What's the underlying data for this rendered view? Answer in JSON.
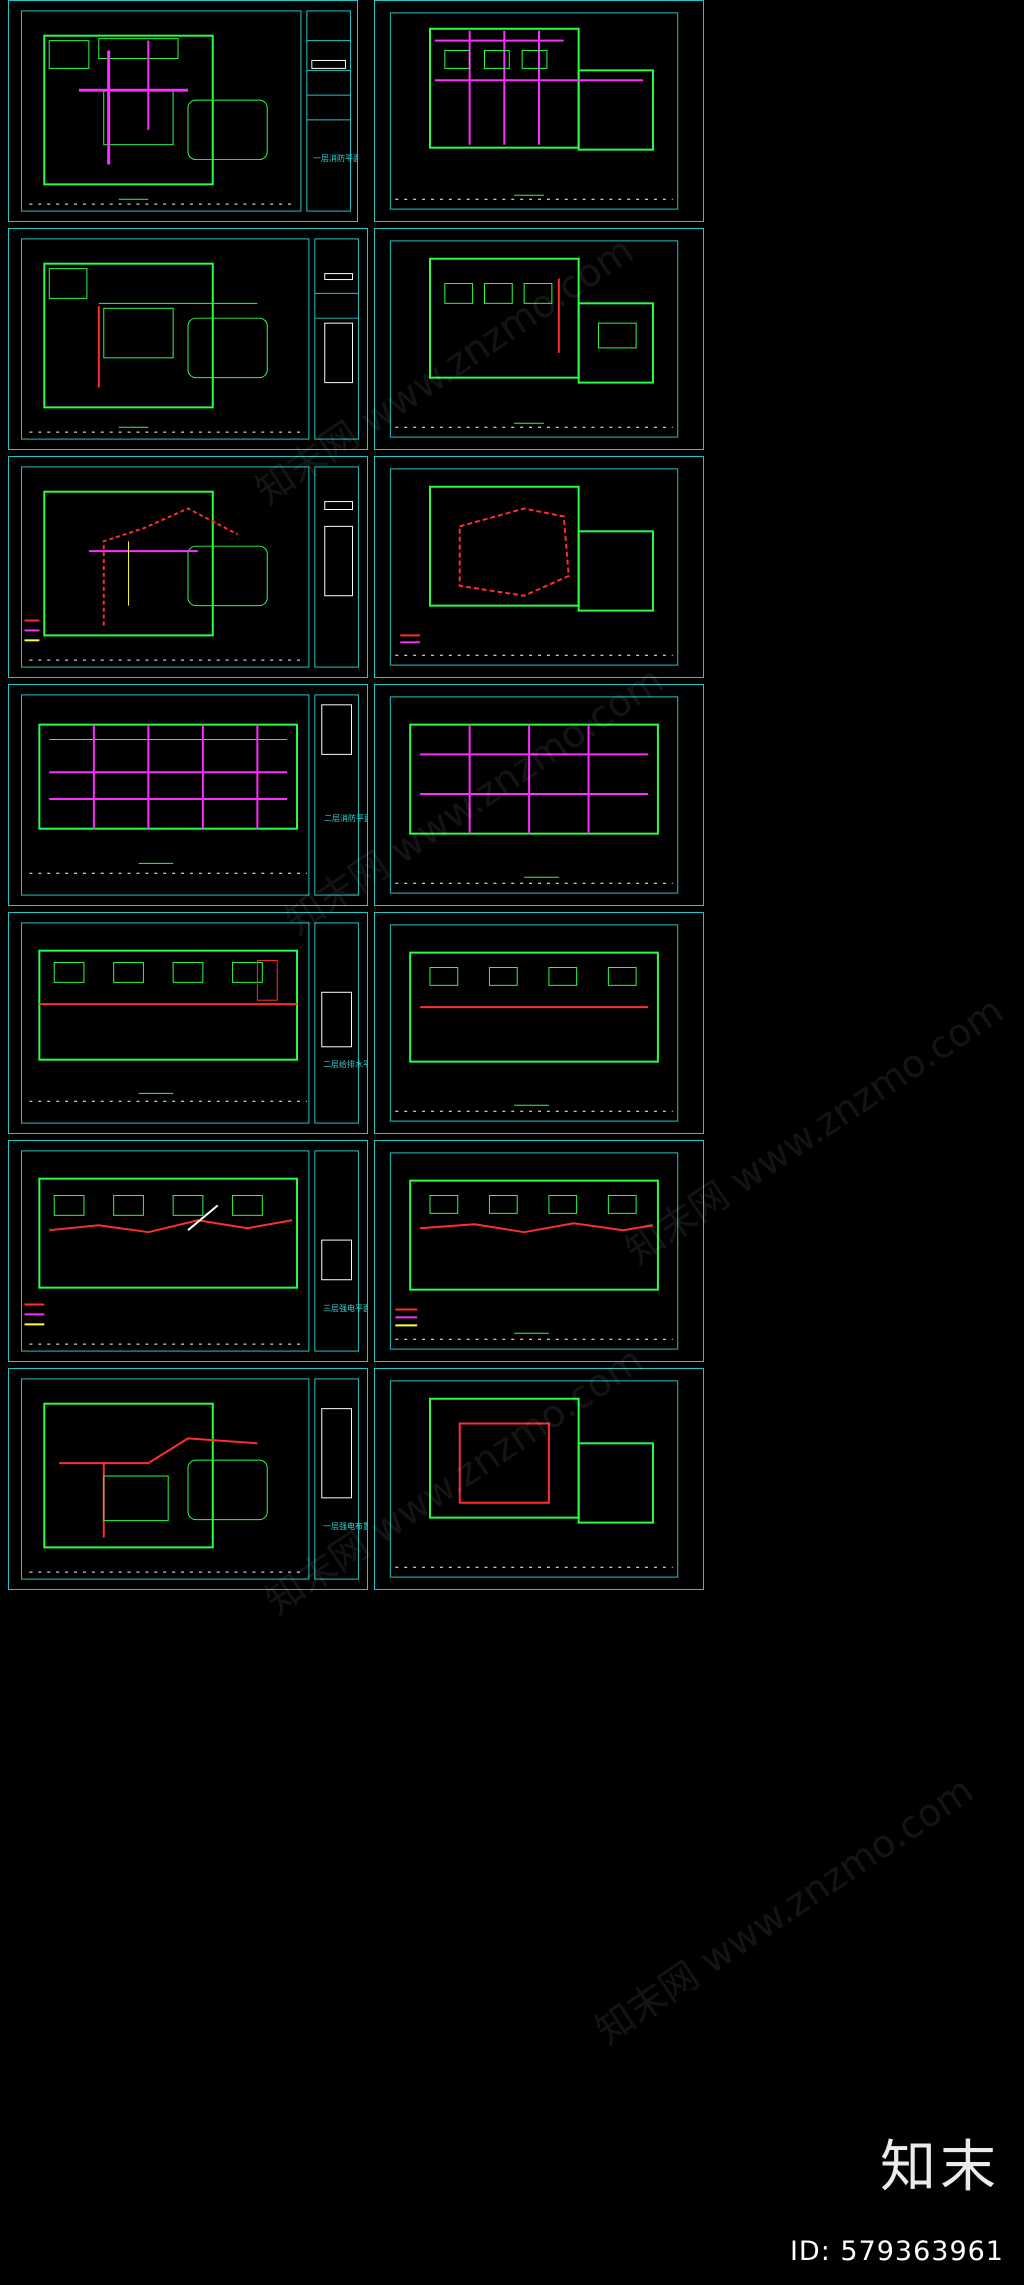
{
  "watermarks": [
    "知末网 www.znzmo.com",
    "知末网 www.znzmo.com",
    "知末网 www.znzmo.com",
    "知末网 www.znzmo.com",
    "知末网 www.znzmo.com"
  ],
  "brand": {
    "text": "知末",
    "id_text": "ID: 579363961"
  },
  "sheets": [
    {
      "title": "一层消防平面图"
    },
    {
      "title": ""
    },
    {
      "title": ""
    },
    {
      "title": ""
    },
    {
      "title": ""
    },
    {
      "title": ""
    },
    {
      "title": "二层消防平面图"
    },
    {
      "title": ""
    },
    {
      "title": "二层给排水平面图"
    },
    {
      "title": ""
    },
    {
      "title": "三层强电平面图"
    },
    {
      "title": ""
    },
    {
      "title": "一层强电布置平面图"
    },
    {
      "title": ""
    }
  ],
  "colors": {
    "background": "#000000",
    "frame": "#1fc7c7",
    "green": "#27ff45",
    "magenta": "#ff2dff",
    "red": "#ff2d2d",
    "yellow": "#ffff2d",
    "white": "#ffffff"
  }
}
